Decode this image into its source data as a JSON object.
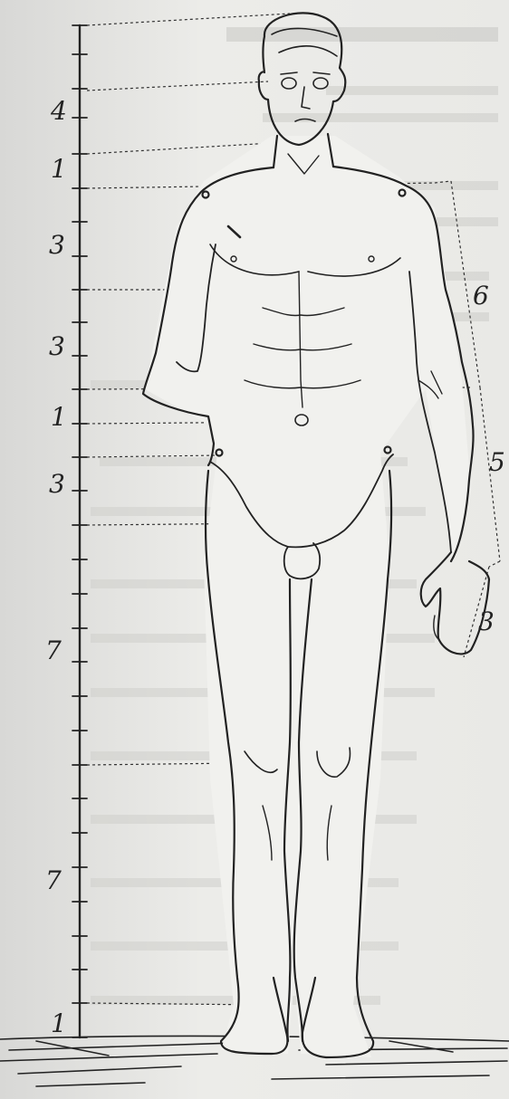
{
  "figure": {
    "scale_labels": [
      {
        "id": "head",
        "text": "4"
      },
      {
        "id": "neck",
        "text": "1"
      },
      {
        "id": "chest",
        "text": "3"
      },
      {
        "id": "waist",
        "text": "3"
      },
      {
        "id": "navel",
        "text": "1"
      },
      {
        "id": "hips",
        "text": "3"
      },
      {
        "id": "thigh",
        "text": "7"
      },
      {
        "id": "shin",
        "text": "7"
      },
      {
        "id": "foot",
        "text": "1"
      }
    ],
    "arm_labels": [
      {
        "id": "upper-arm",
        "text": "6"
      },
      {
        "id": "forearm",
        "text": "5"
      },
      {
        "id": "hand",
        "text": "3"
      }
    ]
  }
}
